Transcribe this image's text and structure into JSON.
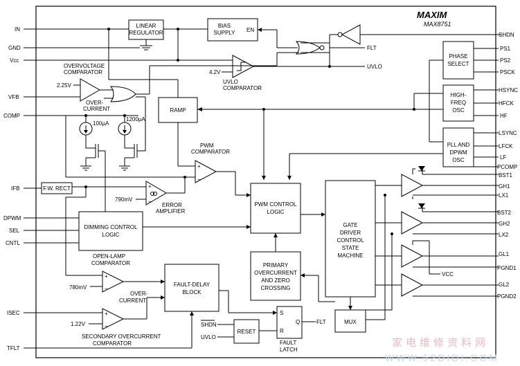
{
  "header": {
    "logo": "MAXIM",
    "part_number": "MAX8751"
  },
  "pins_left": {
    "in": "IN",
    "gnd": "GND",
    "vcc": "Vcc",
    "vfb": "VFB",
    "comp": "COMP",
    "ifb": "IFB",
    "dpwm": "DPWM",
    "sel": "SEL",
    "cntl": "CNTL",
    "isec": "ISEC",
    "tflt": "TFLT"
  },
  "pins_right": {
    "shdn": "SHDN",
    "ps1": "PS1",
    "ps2": "PS2",
    "psck": "PSCK",
    "hsync": "HSYNC",
    "hfck": "HFCK",
    "hf": "HF",
    "lsync": "LSYNC",
    "lfck": "LFCK",
    "lf": "LF",
    "pcomp": "PCOMP",
    "bst1": "BST1",
    "gh1": "GH1",
    "lx1": "LX1",
    "bst2": "BST2",
    "gh2": "GH2",
    "lx2": "LX2",
    "gl1": "GL1",
    "pgnd1": "PGND1",
    "gl2": "GL2",
    "pgnd2": "PGND2"
  },
  "blocks": {
    "linear_regulator": [
      "LINEAR",
      "REGULATOR"
    ],
    "bias_supply": [
      "BIAS",
      "SUPPLY"
    ],
    "en": "EN",
    "ramp": "RAMP",
    "phase_select": [
      "PHASE",
      "SELECT"
    ],
    "high_freq_osc": [
      "HIGH-",
      "FREQ",
      "OSC"
    ],
    "pll_dpwm_osc": [
      "PLL AND",
      "DPWM",
      "OSC"
    ],
    "pwm_control_logic": [
      "PWM CONTROL",
      "LOGIC"
    ],
    "gate_driver": [
      "GATE",
      "DRIVER",
      "CONTROL",
      "STATE",
      "MACHINE"
    ],
    "fw_rect": "F.W. RECT",
    "dimming_control_logic": [
      "DIMMING CONTROL",
      "LOGIC"
    ],
    "primary_overcurrent": [
      "PRIMARY",
      "OVERCURRENT",
      "AND ZERO",
      "CROSSING"
    ],
    "fault_delay_block": [
      "FAULT-DELAY",
      "BLOCK"
    ],
    "reset": "RESET",
    "mux": "MUX",
    "latch_s": "S",
    "latch_r": "R",
    "latch_q": "Q"
  },
  "labels": {
    "overvoltage_comparator": [
      "OVERVOLTAGE",
      "COMPARATOR"
    ],
    "over_current_1": [
      "OVER-",
      "CURRENT"
    ],
    "v_2_25": "2.25V",
    "uvlo_comparator": [
      "UVLO",
      "COMPARATOR"
    ],
    "v_4_2": "4.2V",
    "i_100": "100µA",
    "i_1200": "1200µA",
    "pwm_comparator": [
      "PWM",
      "COMPARATOR"
    ],
    "v_790": "790mV",
    "error_amplifier": [
      "ERROR",
      "AMPLIFIER"
    ],
    "gm": "ɢᴍ",
    "open_lamp_comparator": [
      "OPEN-LAMP",
      "COMPARATOR"
    ],
    "v_780": "780mV",
    "over_current_2": [
      "OVER-",
      "CURRENT"
    ],
    "v_1_22": "1.22V",
    "secondary_overcurrent_comparator": [
      "SECONDARY OVERCURRENT",
      "COMPARATOR"
    ],
    "flt": "FLT",
    "uvlo": "UVLO",
    "fault_latch": [
      "FAULT",
      "LATCH"
    ],
    "shdn_in": "SHDN",
    "uvlo_in": "UVLO",
    "flt_out": "FLT",
    "vcc_tag": "VCC"
  },
  "watermark": {
    "line1": "家电维修资料网",
    "line2": "WWW.52DIDI.COM"
  }
}
